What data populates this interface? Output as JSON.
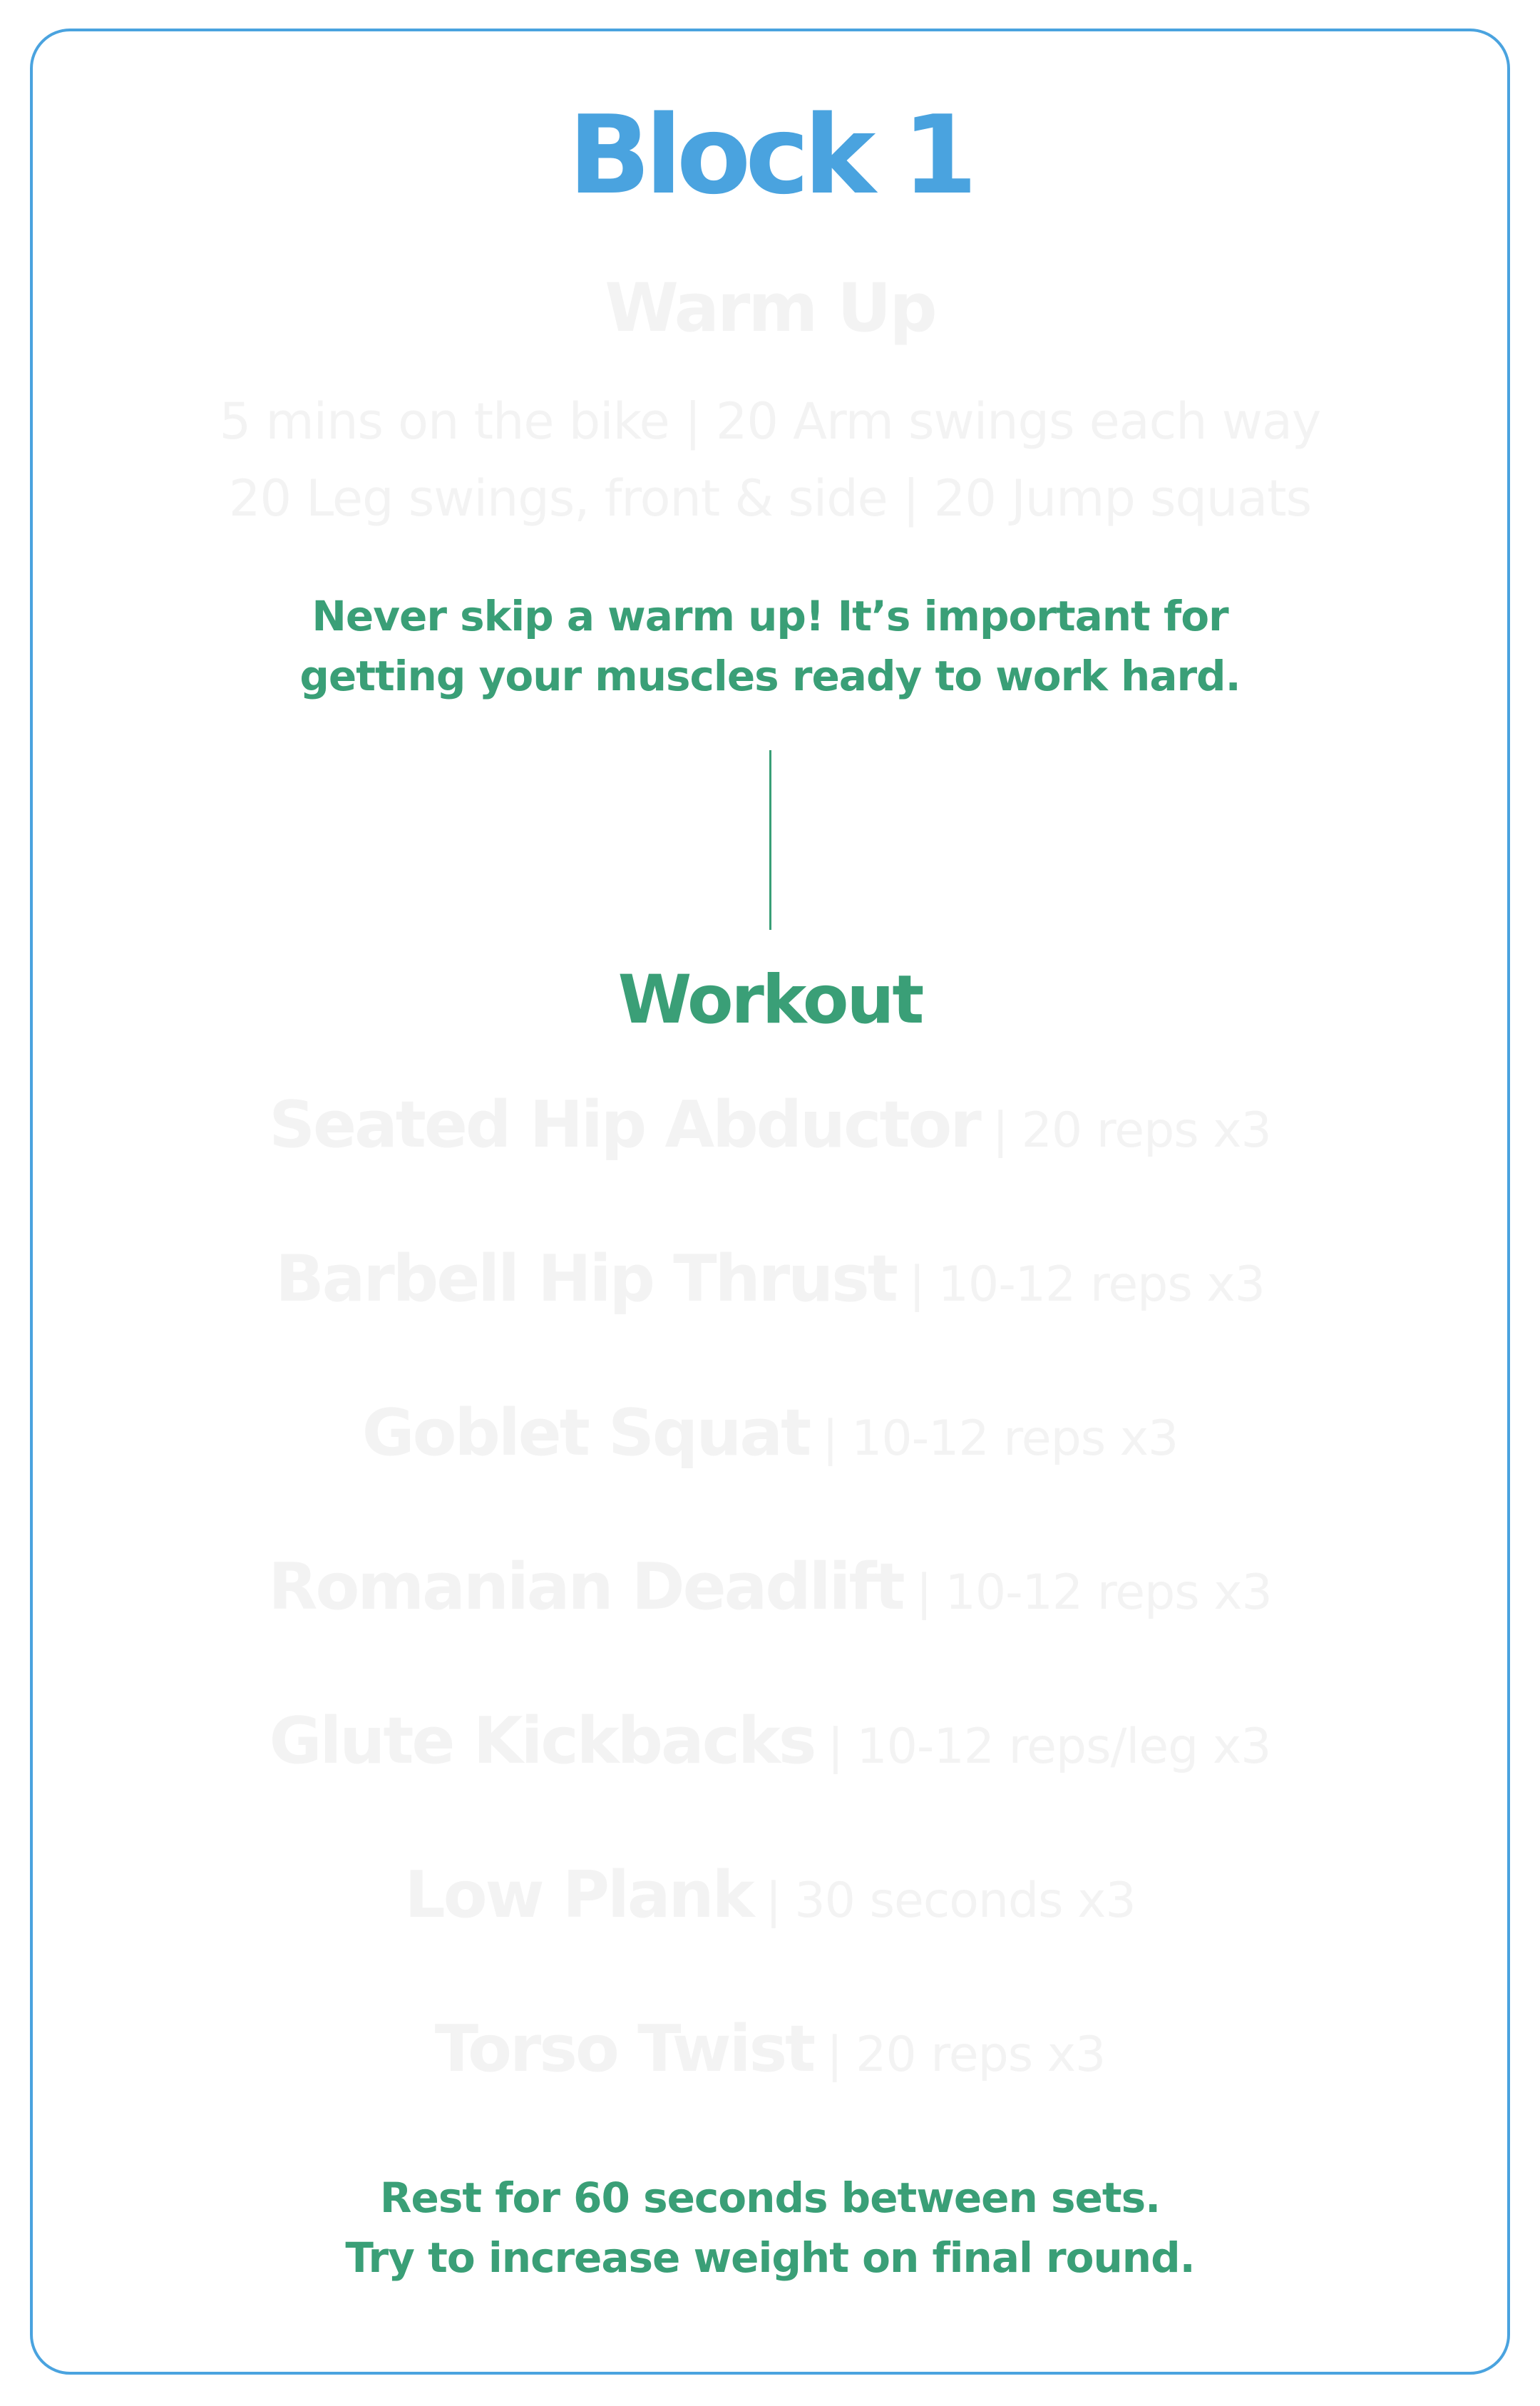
{
  "colors": {
    "blue": "#4aa3df",
    "green": "#3a9f77",
    "faded": "#f3f3f3"
  },
  "block_title": "Block 1",
  "warm_up": {
    "title": "Warm Up",
    "line_1": "5 mins on the bike | 20 Arm swings each way",
    "line_2": "20 Leg swings, front & side | 20 Jump squats",
    "note_line_1": "Never skip a warm up! It’s important for",
    "note_line_2": "getting your muscles ready to work hard."
  },
  "workout": {
    "title": "Workout",
    "separator": "|",
    "exercises": [
      {
        "name": "Seated Hip Abductor",
        "reps": "20 reps x3"
      },
      {
        "name": "Barbell Hip Thrust",
        "reps": "10-12 reps x3"
      },
      {
        "name": "Goblet Squat",
        "reps": "10-12 reps x3"
      },
      {
        "name": "Romanian Deadlift",
        "reps": "10-12 reps x3"
      },
      {
        "name": "Glute Kickbacks",
        "reps": "10-12 reps/leg x3"
      },
      {
        "name": "Low Plank",
        "reps": "30 seconds x3"
      },
      {
        "name": "Torso Twist",
        "reps": "20 reps x3"
      }
    ],
    "footer_line_1": "Rest for 60 seconds between sets.",
    "footer_line_2": "Try to increase weight on final round."
  }
}
